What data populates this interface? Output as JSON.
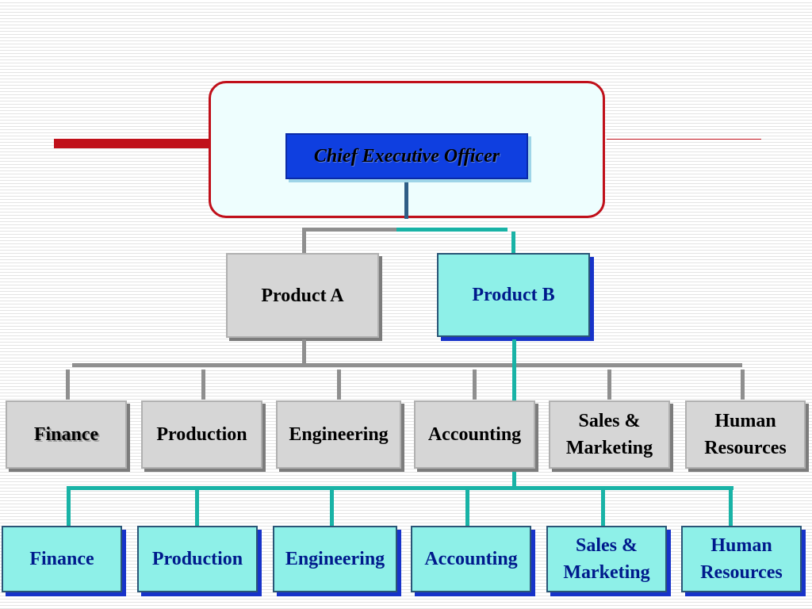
{
  "ceo": {
    "label": "Chief Executive Officer"
  },
  "products": [
    {
      "label": "Product A"
    },
    {
      "label": "Product B"
    }
  ],
  "product_a_departments": [
    {
      "label": "Finance"
    },
    {
      "label": "Production"
    },
    {
      "label": "Engineering"
    },
    {
      "label": "Accounting"
    },
    {
      "label": "Sales &\nMarketing"
    },
    {
      "label": "Human\nResources"
    }
  ],
  "product_b_departments": [
    {
      "label": "Finance"
    },
    {
      "label": "Production"
    },
    {
      "label": "Engineering"
    },
    {
      "label": "Accounting"
    },
    {
      "label": "Sales &\nMarketing"
    },
    {
      "label": "Human\nResources"
    }
  ],
  "colors": {
    "accent_red": "#c0101a",
    "ceo_blue": "#0f3fe0",
    "teal_box": "#8ef0e8",
    "gray_box": "#d6d6d6",
    "teal_line": "#19b3a6"
  }
}
